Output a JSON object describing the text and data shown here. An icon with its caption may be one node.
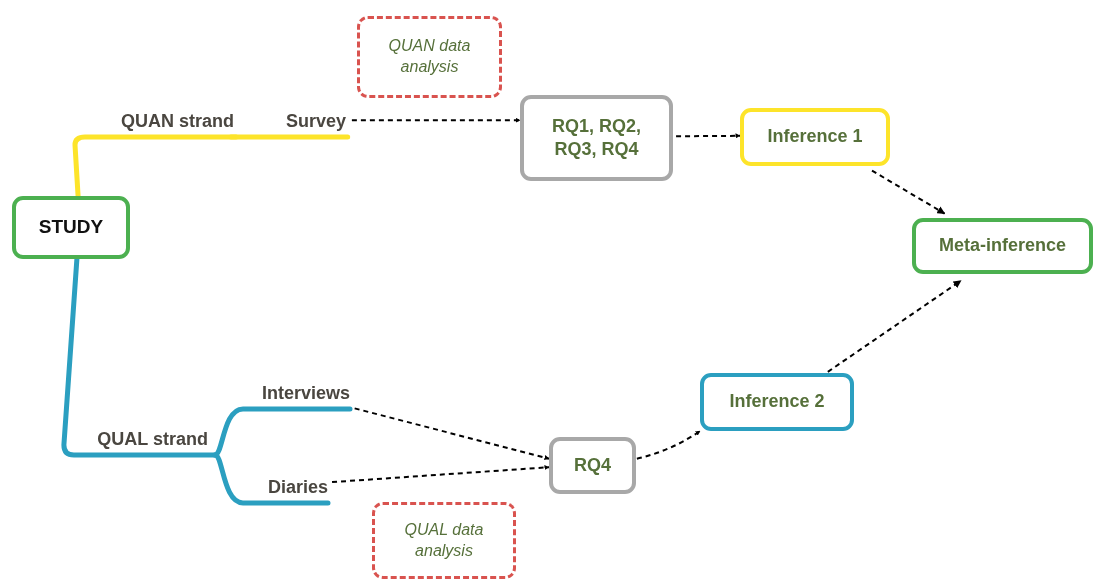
{
  "diagram": {
    "nodes": [
      {
        "text": [
          "STUDY"
        ]
      },
      {
        "text": [
          "QUAN strand"
        ]
      },
      {
        "text": [
          "Survey"
        ]
      },
      {
        "text": [
          "QUAN data analysis"
        ]
      },
      {
        "text": [
          "RQ1, RQ2, RQ3, RQ4"
        ]
      },
      {
        "text": [
          "Inference 1"
        ]
      },
      {
        "text": [
          "Meta-inference"
        ]
      },
      {
        "text": [
          "Inference 2"
        ]
      },
      {
        "text": [
          "Interviews"
        ]
      },
      {
        "text": [
          "QUAL strand"
        ]
      },
      {
        "text": [
          "RQ4"
        ]
      },
      {
        "text": [
          "Diaries"
        ]
      },
      {
        "text": [
          "QUAL data analysis"
        ]
      }
    ],
    "edges": [
      {
        "from": 0,
        "to": 1,
        "arrow": "none",
        "style": "thick",
        "color": "#fde42a"
      },
      {
        "from": 1,
        "to": 2,
        "arrow": "none",
        "style": "thick",
        "color": "#fde42a"
      },
      {
        "from": 0,
        "to": 9,
        "arrow": "none",
        "style": "thick",
        "color": "#2b9fc0"
      },
      {
        "from": 9,
        "to": 8,
        "arrow": "none",
        "style": "thick",
        "color": "#2b9fc0"
      },
      {
        "from": 9,
        "to": 11,
        "arrow": "none",
        "style": "thick",
        "color": "#2b9fc0"
      },
      {
        "from": 2,
        "to": 4,
        "arrow": "to",
        "style": "dashed"
      },
      {
        "from": 4,
        "to": 5,
        "arrow": "to",
        "style": "dashed"
      },
      {
        "from": 5,
        "to": 6,
        "arrow": "to",
        "style": "dashed"
      },
      {
        "from": 8,
        "to": 10,
        "arrow": "to",
        "style": "dashed"
      },
      {
        "from": 11,
        "to": 10,
        "arrow": "to",
        "style": "dashed"
      },
      {
        "from": 10,
        "to": 7,
        "arrow": "to",
        "style": "dashed"
      },
      {
        "from": 7,
        "to": 6,
        "arrow": "to",
        "style": "dashed"
      }
    ]
  }
}
